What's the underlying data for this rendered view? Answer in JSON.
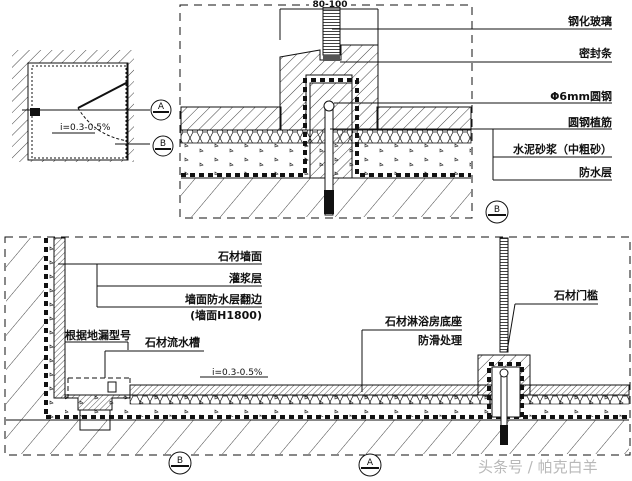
{
  "top_detail": {
    "dimension": "80-100",
    "labels": [
      "钢化玻璃",
      "密封条",
      "Φ6mm圆钢",
      "圆钢植筋",
      "水泥砂浆（中粗砂）",
      "防水层"
    ],
    "section_marker": "B"
  },
  "plan": {
    "slope": "i=0.3-0.5%",
    "section_a": "A",
    "section_b": "B"
  },
  "bottom_detail": {
    "wall_labels": [
      "石材墙面",
      "灌浆层",
      "墙面防水层翻边",
      "(墙面H1800)"
    ],
    "drain_label": "根据地漏型号",
    "gutter_label": "石材流水槽",
    "slope": "i=0.3-0.5%",
    "base_label": "石材淋浴房底座",
    "anti_slip_label": "防滑处理",
    "threshold_label": "石材门槛",
    "section_a": "A",
    "section_b": "B"
  },
  "watermark": "头条号 / 帕克白羊"
}
